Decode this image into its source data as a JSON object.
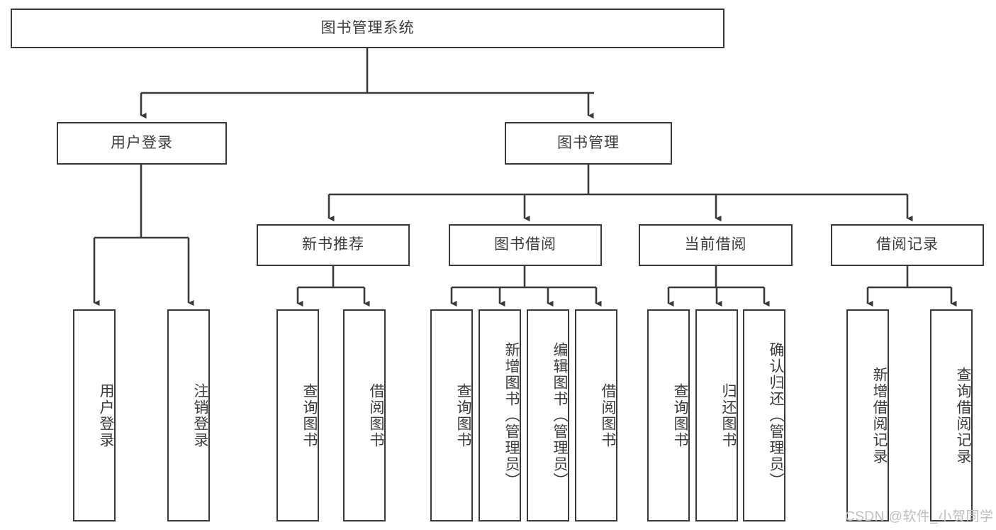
{
  "diagram": {
    "type": "tree",
    "title": "图书管理系统",
    "root": {
      "label": "图书管理系统"
    },
    "level2": [
      {
        "label": "用户登录"
      },
      {
        "label": "图书管理"
      }
    ],
    "level3": [
      {
        "label": "新书推荐"
      },
      {
        "label": "图书借阅"
      },
      {
        "label": "当前借阅"
      },
      {
        "label": "借阅记录"
      }
    ],
    "leaves": {
      "user_login": [
        {
          "label": "用户登录"
        },
        {
          "label": "注销登录"
        }
      ],
      "new_book_recommend": [
        {
          "label": "查询图书"
        },
        {
          "label": "借阅图书"
        }
      ],
      "book_borrow": [
        {
          "label": "查询图书"
        },
        {
          "label": "新增图书（管理员）"
        },
        {
          "label": "编辑图书（管理员）"
        },
        {
          "label": "借阅图书"
        }
      ],
      "current_borrow": [
        {
          "label": "查询图书"
        },
        {
          "label": "归还图书"
        },
        {
          "label": "确认归还（管理员）"
        }
      ],
      "borrow_record": [
        {
          "label": "新增借阅记录"
        },
        {
          "label": "查询借阅记录"
        }
      ]
    }
  },
  "watermark": {
    "text": "CSDN @软件_小贺同学"
  },
  "colors": {
    "stroke": "#3a3a3a",
    "text": "#3c3c3c",
    "background": "#ffffff",
    "watermark": "#bdbdbd"
  }
}
